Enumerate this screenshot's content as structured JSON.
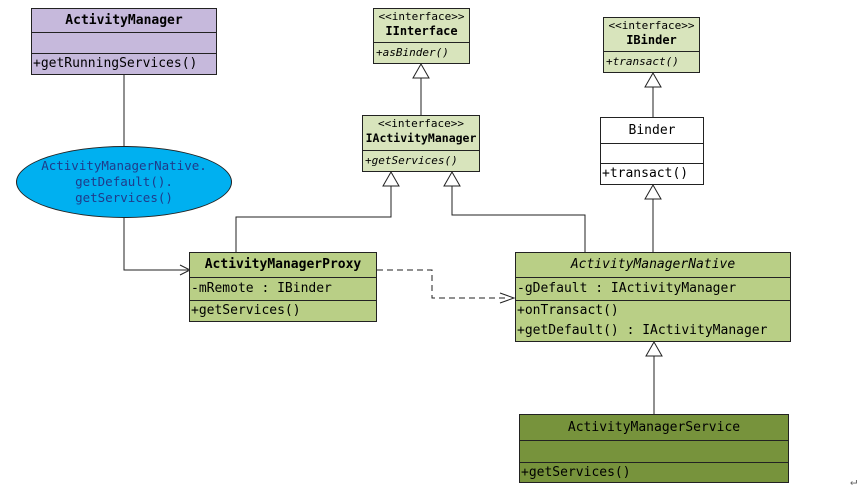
{
  "colors": {
    "purple": "#c6b9dc",
    "light_green": "#d8e4bc",
    "mid_green": "#b9cf86",
    "dark_green": "#77933c",
    "ellipse_blue": "#00b0f0",
    "ellipse_text": "#1f3b8a",
    "line": "#222222"
  },
  "classes": {
    "activity_manager": {
      "name": "ActivityManager",
      "methods": [
        "+getRunningServices()"
      ]
    },
    "iinterface": {
      "stereotype": "<<interface>>",
      "name": "IInterface",
      "methods": [
        "+asBinder()"
      ]
    },
    "ibinder": {
      "stereotype": "<<interface>>",
      "name": "IBinder",
      "methods": [
        "+transact()"
      ]
    },
    "iactivity_manager": {
      "stereotype": "<<interface>>",
      "name": "IActivityManager",
      "methods": [
        "+getServices()"
      ]
    },
    "binder": {
      "name": "Binder",
      "methods": [
        "+transact()"
      ]
    },
    "proxy": {
      "name": "ActivityManagerProxy",
      "attributes": [
        "-mRemote : IBinder"
      ],
      "methods": [
        "+getServices()"
      ]
    },
    "native": {
      "name": "ActivityManagerNative",
      "attributes": [
        "-gDefault : IActivityManager"
      ],
      "methods": [
        "+onTransact()",
        "+getDefault() : IActivityManager"
      ]
    },
    "service": {
      "name": "ActivityManagerService",
      "methods": [
        "+getServices()"
      ]
    }
  },
  "ellipse": {
    "lines": [
      "ActivityManagerNative.",
      "getDefault().",
      "getServices()"
    ]
  },
  "corner_mark": "↵"
}
